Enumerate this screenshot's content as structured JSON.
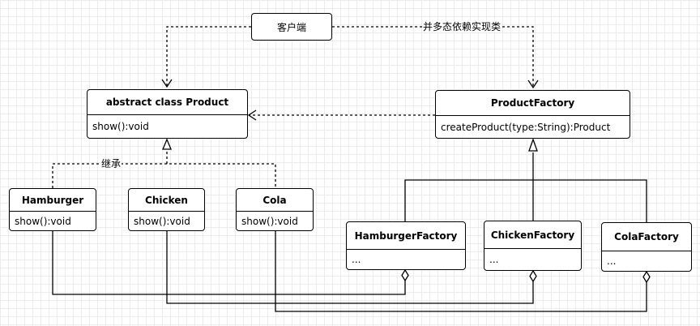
{
  "client": {
    "label": "客户端"
  },
  "edge_labels": {
    "polymorphism": "并多态依赖实现类",
    "inheritance": "继承"
  },
  "product": {
    "title": "abstract class Product",
    "method": "show():void"
  },
  "product_factory": {
    "title": "ProductFactory",
    "method": "createProduct(type:String):Product"
  },
  "products": [
    {
      "title": "Hamburger",
      "method": "show():void"
    },
    {
      "title": "Chicken",
      "method": "show():void"
    },
    {
      "title": "Cola",
      "method": "show():void"
    }
  ],
  "factories": [
    {
      "title": "HamburgerFactory",
      "body": "..."
    },
    {
      "title": "ChickenFactory",
      "body": "..."
    },
    {
      "title": "ColaFactory",
      "body": "..."
    }
  ]
}
